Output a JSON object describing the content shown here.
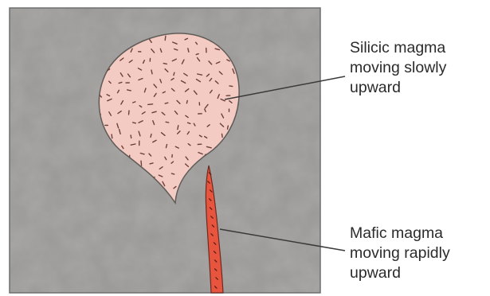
{
  "labels": {
    "silicic": {
      "line1": "Silicic magma",
      "line2": "moving slowly",
      "line3": "upward"
    },
    "mafic": {
      "line1": "Mafic magma",
      "line2": "moving rapidly",
      "line3": "upward"
    }
  },
  "colors": {
    "country_rock": "#9a9896",
    "silicic_magma": "#f4cbc2",
    "silicic_dash": "#6b3f3a",
    "mafic_magma": "#e8553f",
    "mafic_speck": "#5a1e14",
    "leader_line": "#3a3a3a",
    "frame_border": "#6e6e6e"
  }
}
